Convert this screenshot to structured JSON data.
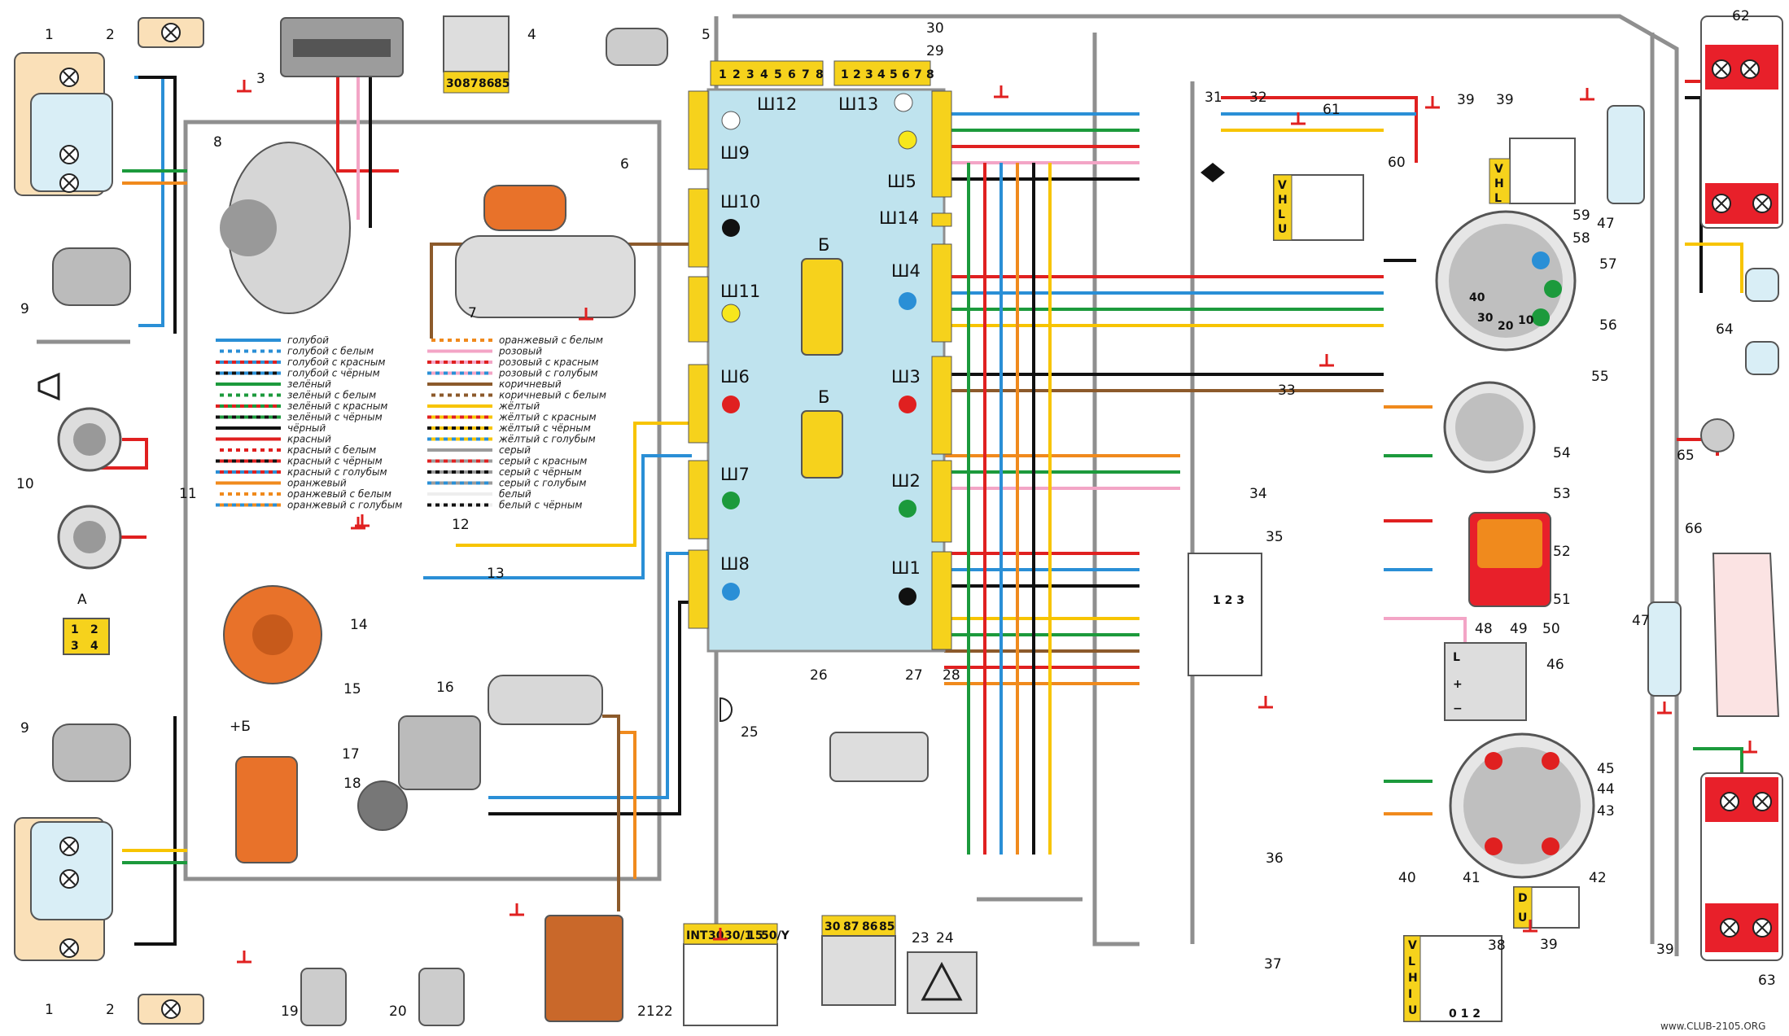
{
  "colors": {
    "board": "#bfe3ee",
    "connector": "#f6d21c",
    "frame": "#8f8f8f",
    "red": "#e02020",
    "blue": "#2a8fd6",
    "green": "#1c9a3c",
    "black": "#111111",
    "brown": "#8c5a2b",
    "orange": "#f08a1d",
    "pink": "#f3a5c6",
    "yellow": "#f7c400",
    "grey": "#9b9b9b",
    "lamp_red": "#e8202a",
    "dist_orange": "#e8722a"
  },
  "block_labels": {
    "top_left": [
      "1",
      "2",
      "3",
      "4",
      "5",
      "6",
      "7",
      "8"
    ],
    "top_right": [
      "1",
      "2",
      "3",
      "4",
      "5",
      "6",
      "7",
      "8"
    ],
    "sh12": "Ш12",
    "sh13": "Ш13",
    "sh9": "Ш9",
    "sh5": "Ш5",
    "sh10": "Ш10",
    "sh14": "Ш14",
    "sh11": "Ш11",
    "sh4": "Ш4",
    "sh6": "Ш6",
    "sh3": "Ш3",
    "sh7": "Ш7",
    "sh2": "Ш2",
    "sh8": "Ш8",
    "sh1": "Ш1",
    "b1": "Б",
    "b2": "Б"
  },
  "component_numbers": {
    "c1a": "1",
    "c1b": "1",
    "c2a": "2",
    "c2b": "2",
    "c3": "3",
    "c4": "4",
    "c5": "5",
    "c6": "6",
    "c7": "7",
    "c8": "8",
    "c9a": "9",
    "c9b": "9",
    "c10": "10",
    "c11": "11",
    "c12": "12",
    "c13": "13",
    "c14": "14",
    "c15": "15",
    "c16": "16",
    "c17": "17",
    "c18": "18",
    "c19": "19",
    "c20": "20",
    "c21": "21",
    "c22": "22",
    "c23": "23",
    "c24": "24",
    "c25": "25",
    "c26": "26",
    "c27": "27",
    "c28": "28",
    "c29": "29",
    "c30": "30",
    "c31": "31",
    "c32": "32",
    "c33": "33",
    "c34": "34",
    "c35": "35",
    "c36": "36",
    "c37": "37",
    "c38": "38",
    "c39a": "39",
    "c39b": "39",
    "c39c": "39",
    "c39d": "39",
    "c40": "40",
    "c41": "41",
    "c42": "42",
    "c43": "43",
    "c44": "44",
    "c45": "45",
    "c46": "46",
    "c47a": "47",
    "c47b": "47",
    "c48": "48",
    "c49": "49",
    "c50": "50",
    "c51": "51",
    "c52": "52",
    "c53": "53",
    "c54": "54",
    "c55": "55",
    "c56": "56",
    "c57": "57",
    "c58": "58",
    "c59": "59",
    "c60": "60",
    "c61": "61",
    "c62": "62",
    "c63": "63",
    "c64": "64",
    "c65": "65",
    "c66": "66"
  },
  "relay_pins": [
    "30",
    "87",
    "86",
    "85"
  ],
  "ignition_pins": [
    "INT",
    "30",
    "30/1",
    "15",
    "50/Y"
  ],
  "connector_a": {
    "label": "А",
    "pins": [
      "1",
      "2",
      "3",
      "4"
    ]
  },
  "switch_letters": {
    "headlamp_switch": [
      "V",
      "H",
      "L",
      "U"
    ],
    "stalk_switch": [
      "V",
      "L",
      "H",
      "I",
      "U"
    ],
    "relay60": [
      "V",
      "H",
      "L"
    ],
    "relay42": [
      "D",
      "U"
    ],
    "positions_38": "0 1 2",
    "positions_35": "1 2 3"
  },
  "gauge_marks": {
    "tach_marks": [
      "40",
      "30",
      "20",
      "10"
    ],
    "b_plus": "+Б",
    "brake_L": "L",
    "brake_plus": "+",
    "brake_minus": "−"
  },
  "coil_label": "+Б",
  "legend": [
    {
      "text": "голубой",
      "c1": "#2a8fd6"
    },
    {
      "text": "голубой с белым",
      "c1": "#2a8fd6",
      "c2": "#ffffff"
    },
    {
      "text": "голубой с красным",
      "c1": "#2a8fd6",
      "c2": "#e02020"
    },
    {
      "text": "голубой с чёрным",
      "c1": "#2a8fd6",
      "c2": "#111111"
    },
    {
      "text": "зелёный",
      "c1": "#1c9a3c"
    },
    {
      "text": "зелёный с белым",
      "c1": "#1c9a3c",
      "c2": "#ffffff"
    },
    {
      "text": "зелёный с красным",
      "c1": "#1c9a3c",
      "c2": "#e02020"
    },
    {
      "text": "зелёный с чёрным",
      "c1": "#1c9a3c",
      "c2": "#111111"
    },
    {
      "text": "чёрный",
      "c1": "#111111"
    },
    {
      "text": "красный",
      "c1": "#e02020"
    },
    {
      "text": "красный с белым",
      "c1": "#e02020",
      "c2": "#ffffff"
    },
    {
      "text": "красный с чёрным",
      "c1": "#e02020",
      "c2": "#111111"
    },
    {
      "text": "красный с голубым",
      "c1": "#e02020",
      "c2": "#2a8fd6"
    },
    {
      "text": "оранжевый",
      "c1": "#f08a1d"
    },
    {
      "text": "оранжевый с белым",
      "c1": "#f08a1d",
      "c2": "#ffffff"
    },
    {
      "text": "оранжевый с голубым",
      "c1": "#f08a1d",
      "c2": "#2a8fd6"
    },
    {
      "text": "оранжевый с белым",
      "c1": "#f08a1d",
      "c2": "#ffffff"
    },
    {
      "text": "розовый",
      "c1": "#f3a5c6"
    },
    {
      "text": "розовый с красным",
      "c1": "#f3a5c6",
      "c2": "#e02020"
    },
    {
      "text": "розовый с голубым",
      "c1": "#f3a5c6",
      "c2": "#2a8fd6"
    },
    {
      "text": "коричневый",
      "c1": "#8c5a2b"
    },
    {
      "text": "коричневый с белым",
      "c1": "#8c5a2b",
      "c2": "#ffffff"
    },
    {
      "text": "жёлтый",
      "c1": "#f7c400"
    },
    {
      "text": "жёлтый с красным",
      "c1": "#f7c400",
      "c2": "#e02020"
    },
    {
      "text": "жёлтый с чёрным",
      "c1": "#f7c400",
      "c2": "#111111"
    },
    {
      "text": "жёлтый с голубым",
      "c1": "#f7c400",
      "c2": "#2a8fd6"
    },
    {
      "text": "серый",
      "c1": "#9b9b9b"
    },
    {
      "text": "серый с красным",
      "c1": "#9b9b9b",
      "c2": "#e02020"
    },
    {
      "text": "серый с чёрным",
      "c1": "#9b9b9b",
      "c2": "#111111"
    },
    {
      "text": "серый с голубым",
      "c1": "#9b9b9b",
      "c2": "#2a8fd6"
    },
    {
      "text": "белый",
      "c1": "#eeeeee"
    },
    {
      "text": "белый с чёрным",
      "c1": "#eeeeee",
      "c2": "#111111"
    }
  ],
  "footer": {
    "watermark": "www.CLUB-2105.ORG"
  }
}
